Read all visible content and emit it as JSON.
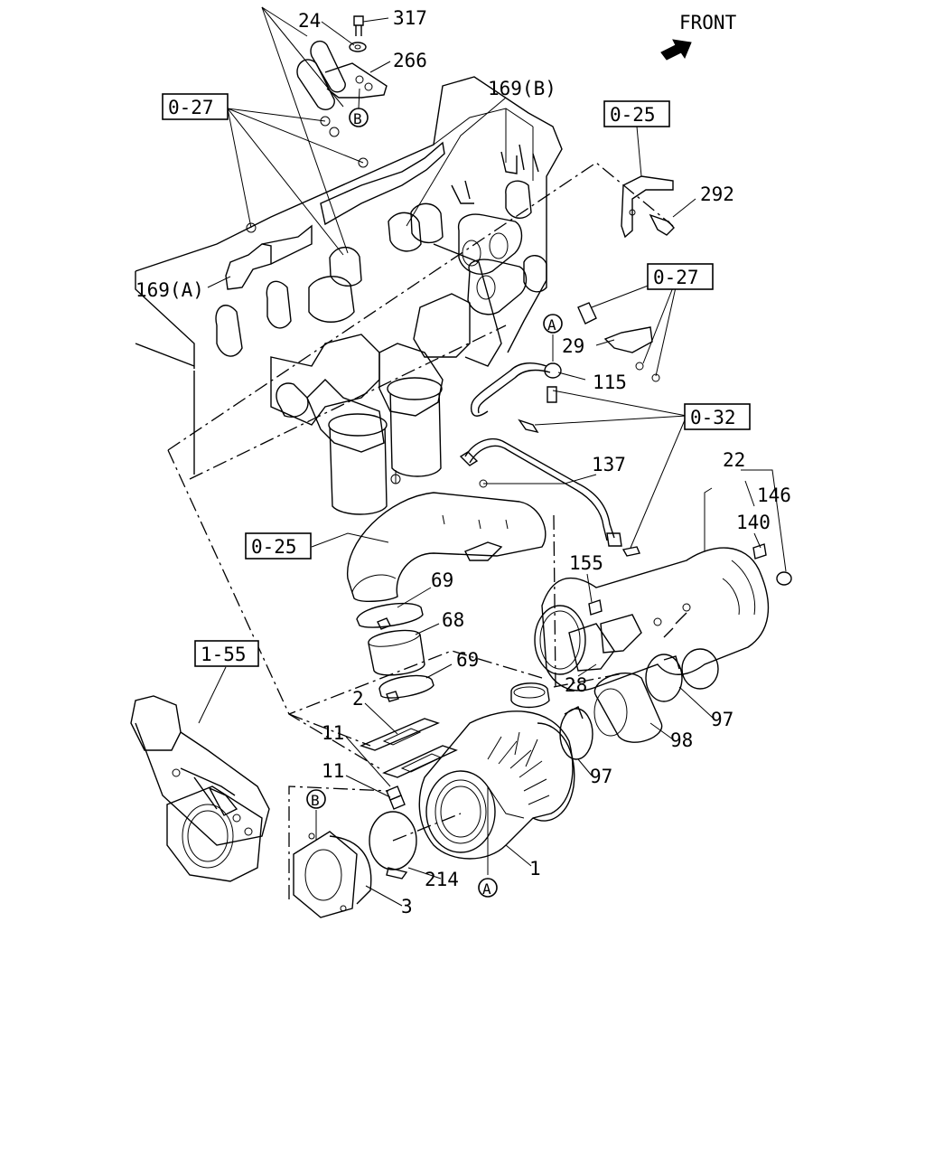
{
  "orientation": {
    "label": "FRONT"
  },
  "references": [
    {
      "id": "ref-0-27-top",
      "text": "0-27"
    },
    {
      "id": "ref-0-25-top",
      "text": "0-25"
    },
    {
      "id": "ref-0-27-right",
      "text": "0-27"
    },
    {
      "id": "ref-0-32",
      "text": "0-32"
    },
    {
      "id": "ref-0-25-left",
      "text": "0-25"
    },
    {
      "id": "ref-1-55",
      "text": "1-55"
    }
  ],
  "parts": [
    {
      "id": "p24",
      "text": "24"
    },
    {
      "id": "p317",
      "text": "317"
    },
    {
      "id": "p266",
      "text": "266"
    },
    {
      "id": "p169b",
      "text": "169(B)"
    },
    {
      "id": "p169a",
      "text": "169(A)"
    },
    {
      "id": "p292",
      "text": "292"
    },
    {
      "id": "p29",
      "text": "29"
    },
    {
      "id": "p115",
      "text": "115"
    },
    {
      "id": "p137",
      "text": "137"
    },
    {
      "id": "p22",
      "text": "22"
    },
    {
      "id": "p146",
      "text": "146"
    },
    {
      "id": "p140",
      "text": "140"
    },
    {
      "id": "p155",
      "text": "155"
    },
    {
      "id": "p69a",
      "text": "69"
    },
    {
      "id": "p68",
      "text": "68"
    },
    {
      "id": "p69b",
      "text": "69"
    },
    {
      "id": "p28",
      "text": "28"
    },
    {
      "id": "p97a",
      "text": "97"
    },
    {
      "id": "p98",
      "text": "98"
    },
    {
      "id": "p97b",
      "text": "97"
    },
    {
      "id": "p2",
      "text": "2"
    },
    {
      "id": "p11a",
      "text": "11"
    },
    {
      "id": "p11b",
      "text": "11"
    },
    {
      "id": "p214",
      "text": "214"
    },
    {
      "id": "p1",
      "text": "1"
    },
    {
      "id": "p3",
      "text": "3"
    }
  ],
  "connectors": [
    {
      "id": "conn-b-top",
      "text": "B"
    },
    {
      "id": "conn-a-upper",
      "text": "A"
    },
    {
      "id": "conn-b-lower",
      "text": "B"
    },
    {
      "id": "conn-a-lower",
      "text": "A"
    }
  ]
}
